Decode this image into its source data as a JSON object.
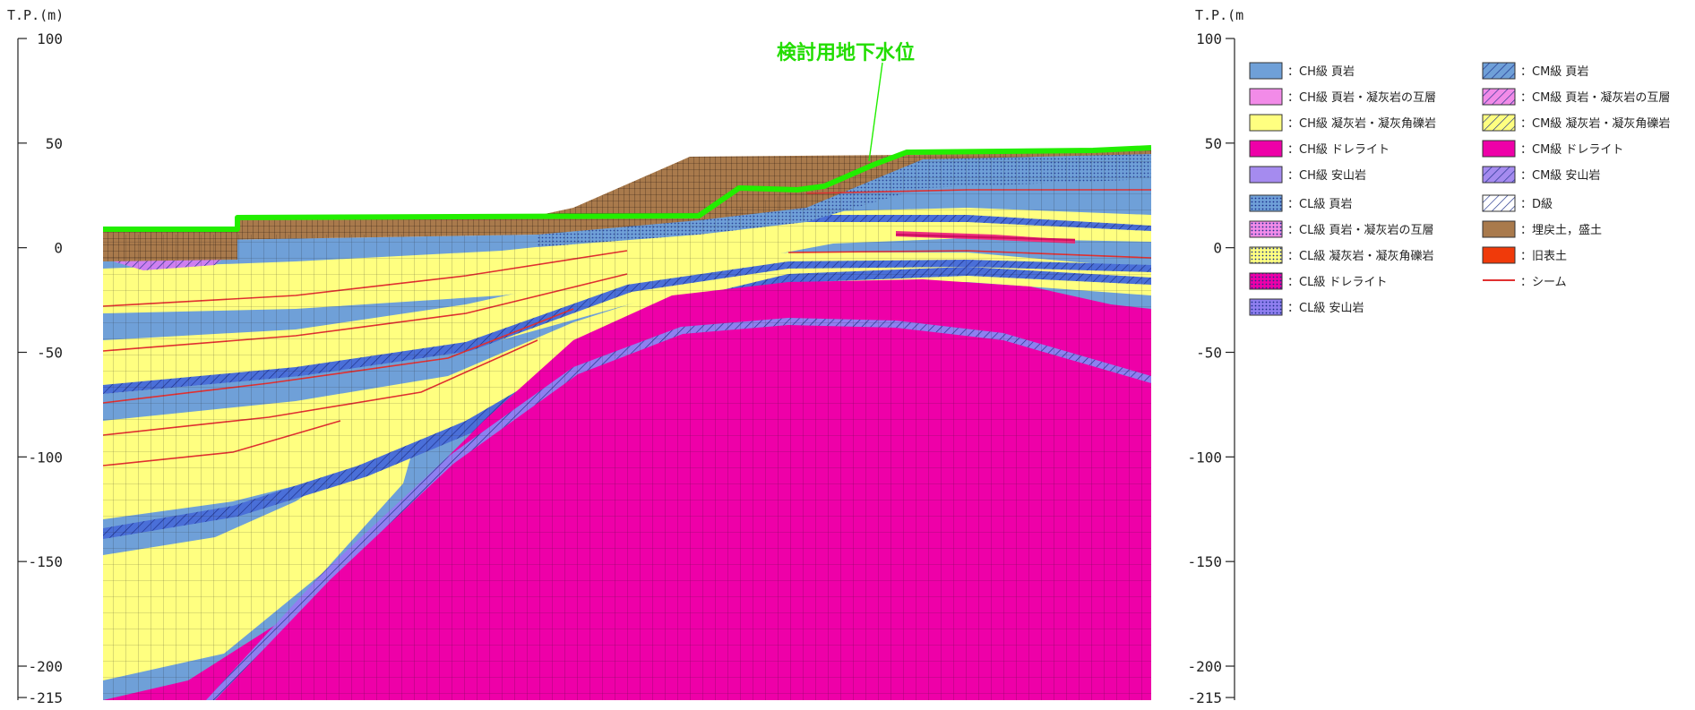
{
  "left_axis": {
    "unit": "T.P.(m)",
    "ticks": [
      {
        "value": 100,
        "label": "100"
      },
      {
        "value": 50,
        "label": "50"
      },
      {
        "value": 0,
        "label": "0"
      },
      {
        "value": -50,
        "label": "-50"
      },
      {
        "value": -100,
        "label": "-100"
      },
      {
        "value": -150,
        "label": "-150"
      },
      {
        "value": -200,
        "label": "-200"
      },
      {
        "value": -215,
        "label": "-215"
      }
    ]
  },
  "right_axis": {
    "unit": "T.P.(m",
    "ticks": [
      {
        "value": 100,
        "label": "100"
      },
      {
        "value": 50,
        "label": "50"
      },
      {
        "value": 0,
        "label": "0"
      },
      {
        "value": -50,
        "label": "-50"
      },
      {
        "value": -100,
        "label": "-100"
      },
      {
        "value": -150,
        "label": "-150"
      },
      {
        "value": -200,
        "label": "-200"
      },
      {
        "value": -215,
        "label": "-215"
      }
    ]
  },
  "annotation": {
    "text": "検討用地下水位",
    "color": "#22dd00"
  },
  "legend": {
    "col1": [
      {
        "label": "：CH級 頁岩",
        "color": "#6fa0d8",
        "pattern": "solid"
      },
      {
        "label": "：CH級 頁岩・凝灰岩の互層",
        "color": "#f28be8",
        "pattern": "solid"
      },
      {
        "label": "：CH級 凝灰岩・凝灰角礫岩",
        "color": "#ffff80",
        "pattern": "solid"
      },
      {
        "label": "：CH級 ドレライト",
        "color": "#ee00a8",
        "pattern": "solid"
      },
      {
        "label": "：CH級 安山岩",
        "color": "#a58bef",
        "pattern": "solid"
      },
      {
        "label": "：CL級 頁岩",
        "color": "#6fa0d8",
        "pattern": "dot"
      },
      {
        "label": "：CL級 頁岩・凝灰岩の互層",
        "color": "#f28be8",
        "pattern": "dot"
      },
      {
        "label": "：CL級 凝灰岩・凝灰角礫岩",
        "color": "#ffff80",
        "pattern": "dot"
      },
      {
        "label": "：CL級 ドレライト",
        "color": "#ee00a8",
        "pattern": "dot"
      },
      {
        "label": "：CL級 安山岩",
        "color": "#8f7ff0",
        "pattern": "dot"
      }
    ],
    "col2": [
      {
        "label": "：CM級 頁岩",
        "color": "#6fa0d8",
        "pattern": "hatch"
      },
      {
        "label": "：CM級 頁岩・凝灰岩の互層",
        "color": "#f28be8",
        "pattern": "hatch"
      },
      {
        "label": "：CM級 凝灰岩・凝灰角礫岩",
        "color": "#ffff80",
        "pattern": "hatch"
      },
      {
        "label": "：CM級 ドレライト",
        "color": "#ee00a8",
        "pattern": "solid"
      },
      {
        "label": "：CM級 安山岩",
        "color": "#a58bef",
        "pattern": "hatch"
      },
      {
        "label": "：D級",
        "color": "#ffffff",
        "pattern": "hatch"
      },
      {
        "label": "：埋戻土，盛土",
        "color": "#a97a4c",
        "pattern": "solid"
      },
      {
        "label": "：旧表土",
        "color": "#f03a0a",
        "pattern": "solid"
      },
      {
        "label": "：シーム",
        "color": "#e03030",
        "pattern": "line"
      }
    ]
  },
  "colors": {
    "groundwater": "#22ee00",
    "fill": "#a97a4c",
    "shale": "#6fa0d8",
    "tuff": "#ffff80",
    "dolerite": "#ee00a8",
    "andesite": "#a58bef",
    "shale_cm": "#4a6fd8",
    "seam": "#e03030"
  }
}
